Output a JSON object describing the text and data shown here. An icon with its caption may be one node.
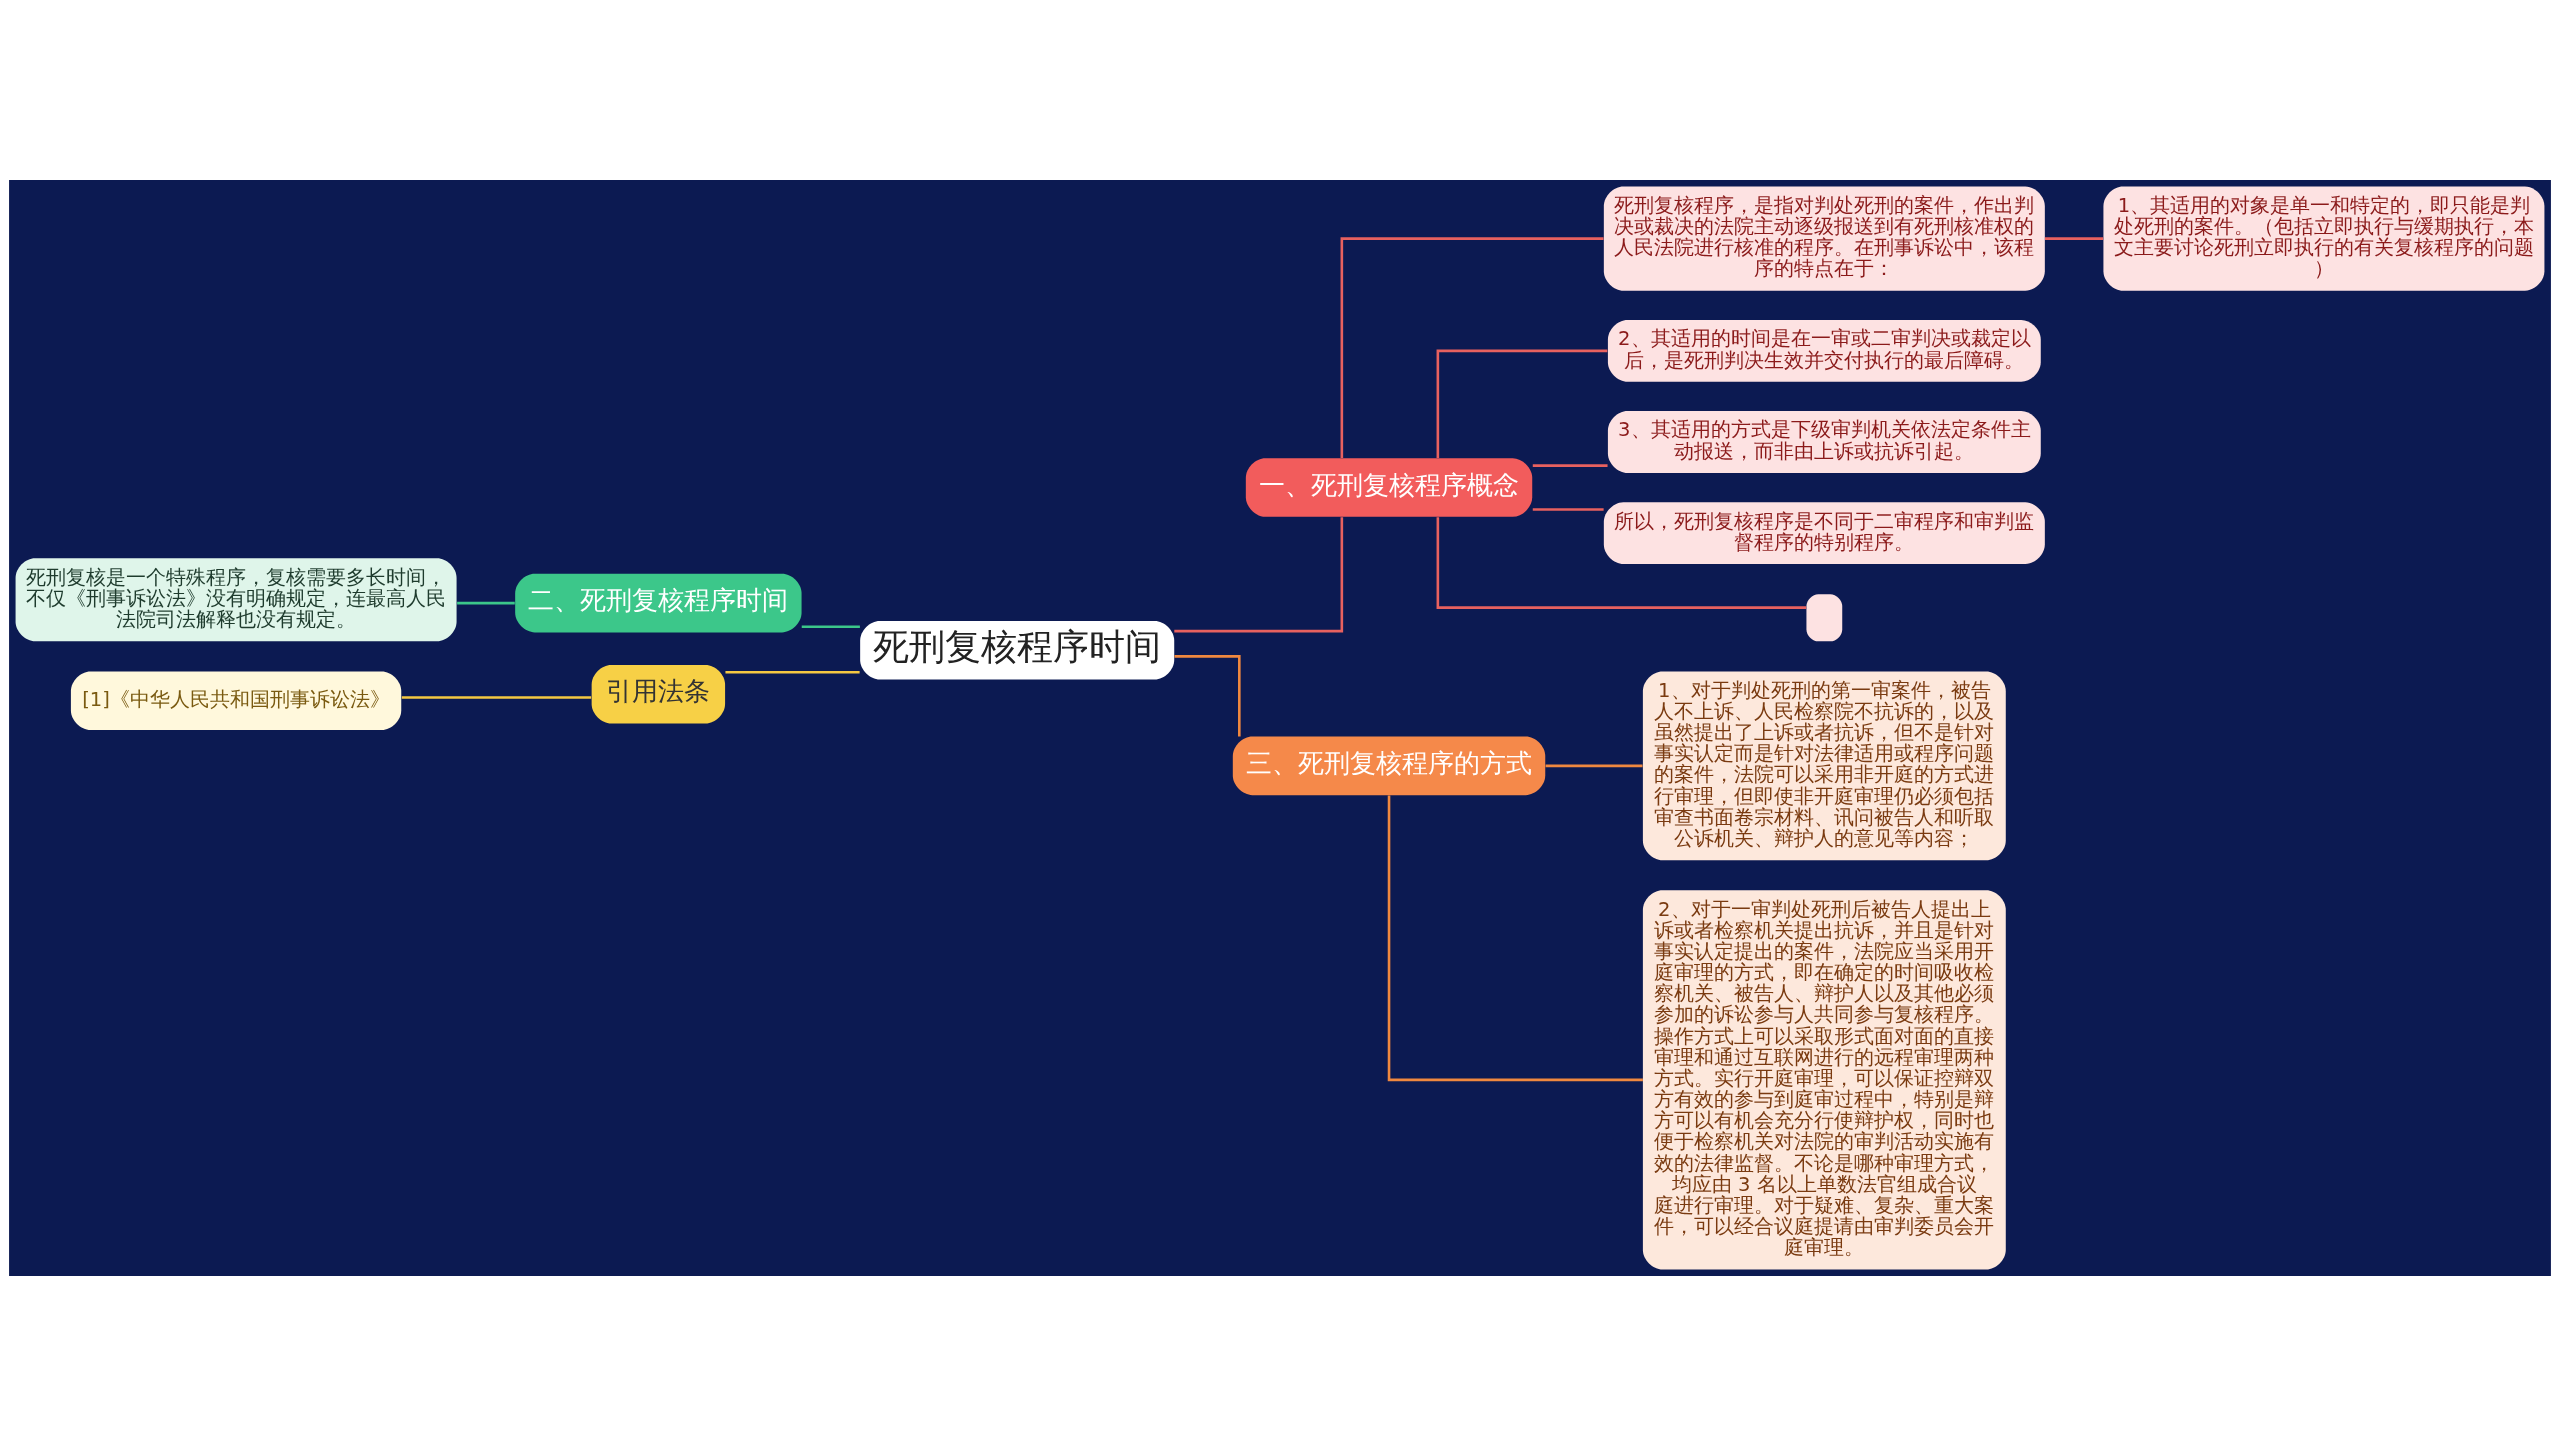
{
  "diagram": {
    "nodes": [
      {
        "text": [
          "死刑复核程序时间"
        ]
      },
      {
        "text": [
          "一、死刑复核程序概念"
        ]
      },
      {
        "text": [
          "死刑复核程序，是指对判处死刑的案件，作出判决或裁决的法院主动逐级报送到有死刑核准权的人民法院进行核准的程序。在刑事诉讼中，该程序的特点在于："
        ]
      },
      {
        "text": [
          "1、其适用的对象是单一和特定的，即只能是判处死刑的案件。（包括立即执行与缓期执行，本文主要讨论死刑立即执行的有关复核程序的问题）"
        ]
      },
      {
        "text": [
          "2、其适用的时间是在一审或二审判决或裁定以后，是死刑判决生效并交付执行的最后障碍。"
        ]
      },
      {
        "text": [
          "3、其适用的方式是下级审判机关依法定条件主动报送，而非由上诉或抗诉引起。"
        ]
      },
      {
        "text": [
          "所以，死刑复核程序是不同于二审程序和审判监督程序的特别程序。"
        ]
      },
      {
        "text": [],
        "shape": "box"
      },
      {
        "text": [
          "三、死刑复核程序的方式"
        ]
      },
      {
        "text": [
          "1、对于判处死刑的第一审案件，被告人不上诉、人民检察院不抗诉的，以及虽然提出了上诉或者抗诉，但不是针对事实认定而是针对法律适用或程序问题的案件，法院可以采用非开庭的方式进行审理，但即使非开庭审理仍必须包括审查书面卷宗材料、讯问被告人和听取公诉机关、辩护人的意见等内容；"
        ]
      },
      {
        "text": [
          "2、对于一审判处死刑后被告人提出上诉或者检察机关提出抗诉，并且是针对事实认定提出的案件，法院应当采用开庭审理的方式，即在确定的时间吸收检察机关、被告人、辩护人以及其他必须参加的诉讼参与人共同参与复核程序。操作方式上可以采取形式面对面的直接审理和通过互联网进行的远程审理两种方式。实行开庭审理，可以保证控辩双方有效的参与到庭审过程中，特别是辩方可以有机会充分行使辩护权，同时也便于检察机关对法院的审判活动实施有效的法律监督。不论是哪种审理方式，均应由 3 名以上单数法官组成合议庭进行审理。对于疑难、复杂、重大案件，可以经合议庭提请由审判委员会开庭审理。"
        ]
      },
      {
        "text": [
          "二、死刑复核程序时间"
        ]
      },
      {
        "text": [
          "死刑复核是一个特殊程序，复核需要多长时间，不仅《刑事诉讼法》没有明确规定，连最高人民法院司法解释也没有规定。"
        ]
      },
      {
        "text": [
          "引用法条"
        ]
      },
      {
        "text": [
          "[1]《中华人民共和国刑事诉讼法》"
        ]
      }
    ],
    "edges": [
      {
        "from": 0,
        "to": 1,
        "arrow": "none"
      },
      {
        "from": 1,
        "to": 2,
        "arrow": "none"
      },
      {
        "from": 2,
        "to": 3,
        "arrow": "none"
      },
      {
        "from": 1,
        "to": 4,
        "arrow": "none"
      },
      {
        "from": 1,
        "to": 5,
        "arrow": "none"
      },
      {
        "from": 1,
        "to": 6,
        "arrow": "none"
      },
      {
        "from": 1,
        "to": 7,
        "arrow": "none"
      },
      {
        "from": 0,
        "to": 8,
        "arrow": "none",
        "color": "#f0883f"
      },
      {
        "from": 8,
        "to": 9,
        "arrow": "none",
        "color": "#f0883f"
      },
      {
        "from": 8,
        "to": 10,
        "arrow": "none",
        "color": "#f0883f"
      },
      {
        "from": 0,
        "to": 11,
        "arrow": "none",
        "color": "#3cc78a"
      },
      {
        "from": 11,
        "to": 12,
        "arrow": "none",
        "color": "#3cc78a"
      },
      {
        "from": 0,
        "to": 13,
        "arrow": "none",
        "color": "#f5c842"
      },
      {
        "from": 13,
        "to": 14,
        "arrow": "none",
        "color": "#f5c842"
      }
    ]
  }
}
